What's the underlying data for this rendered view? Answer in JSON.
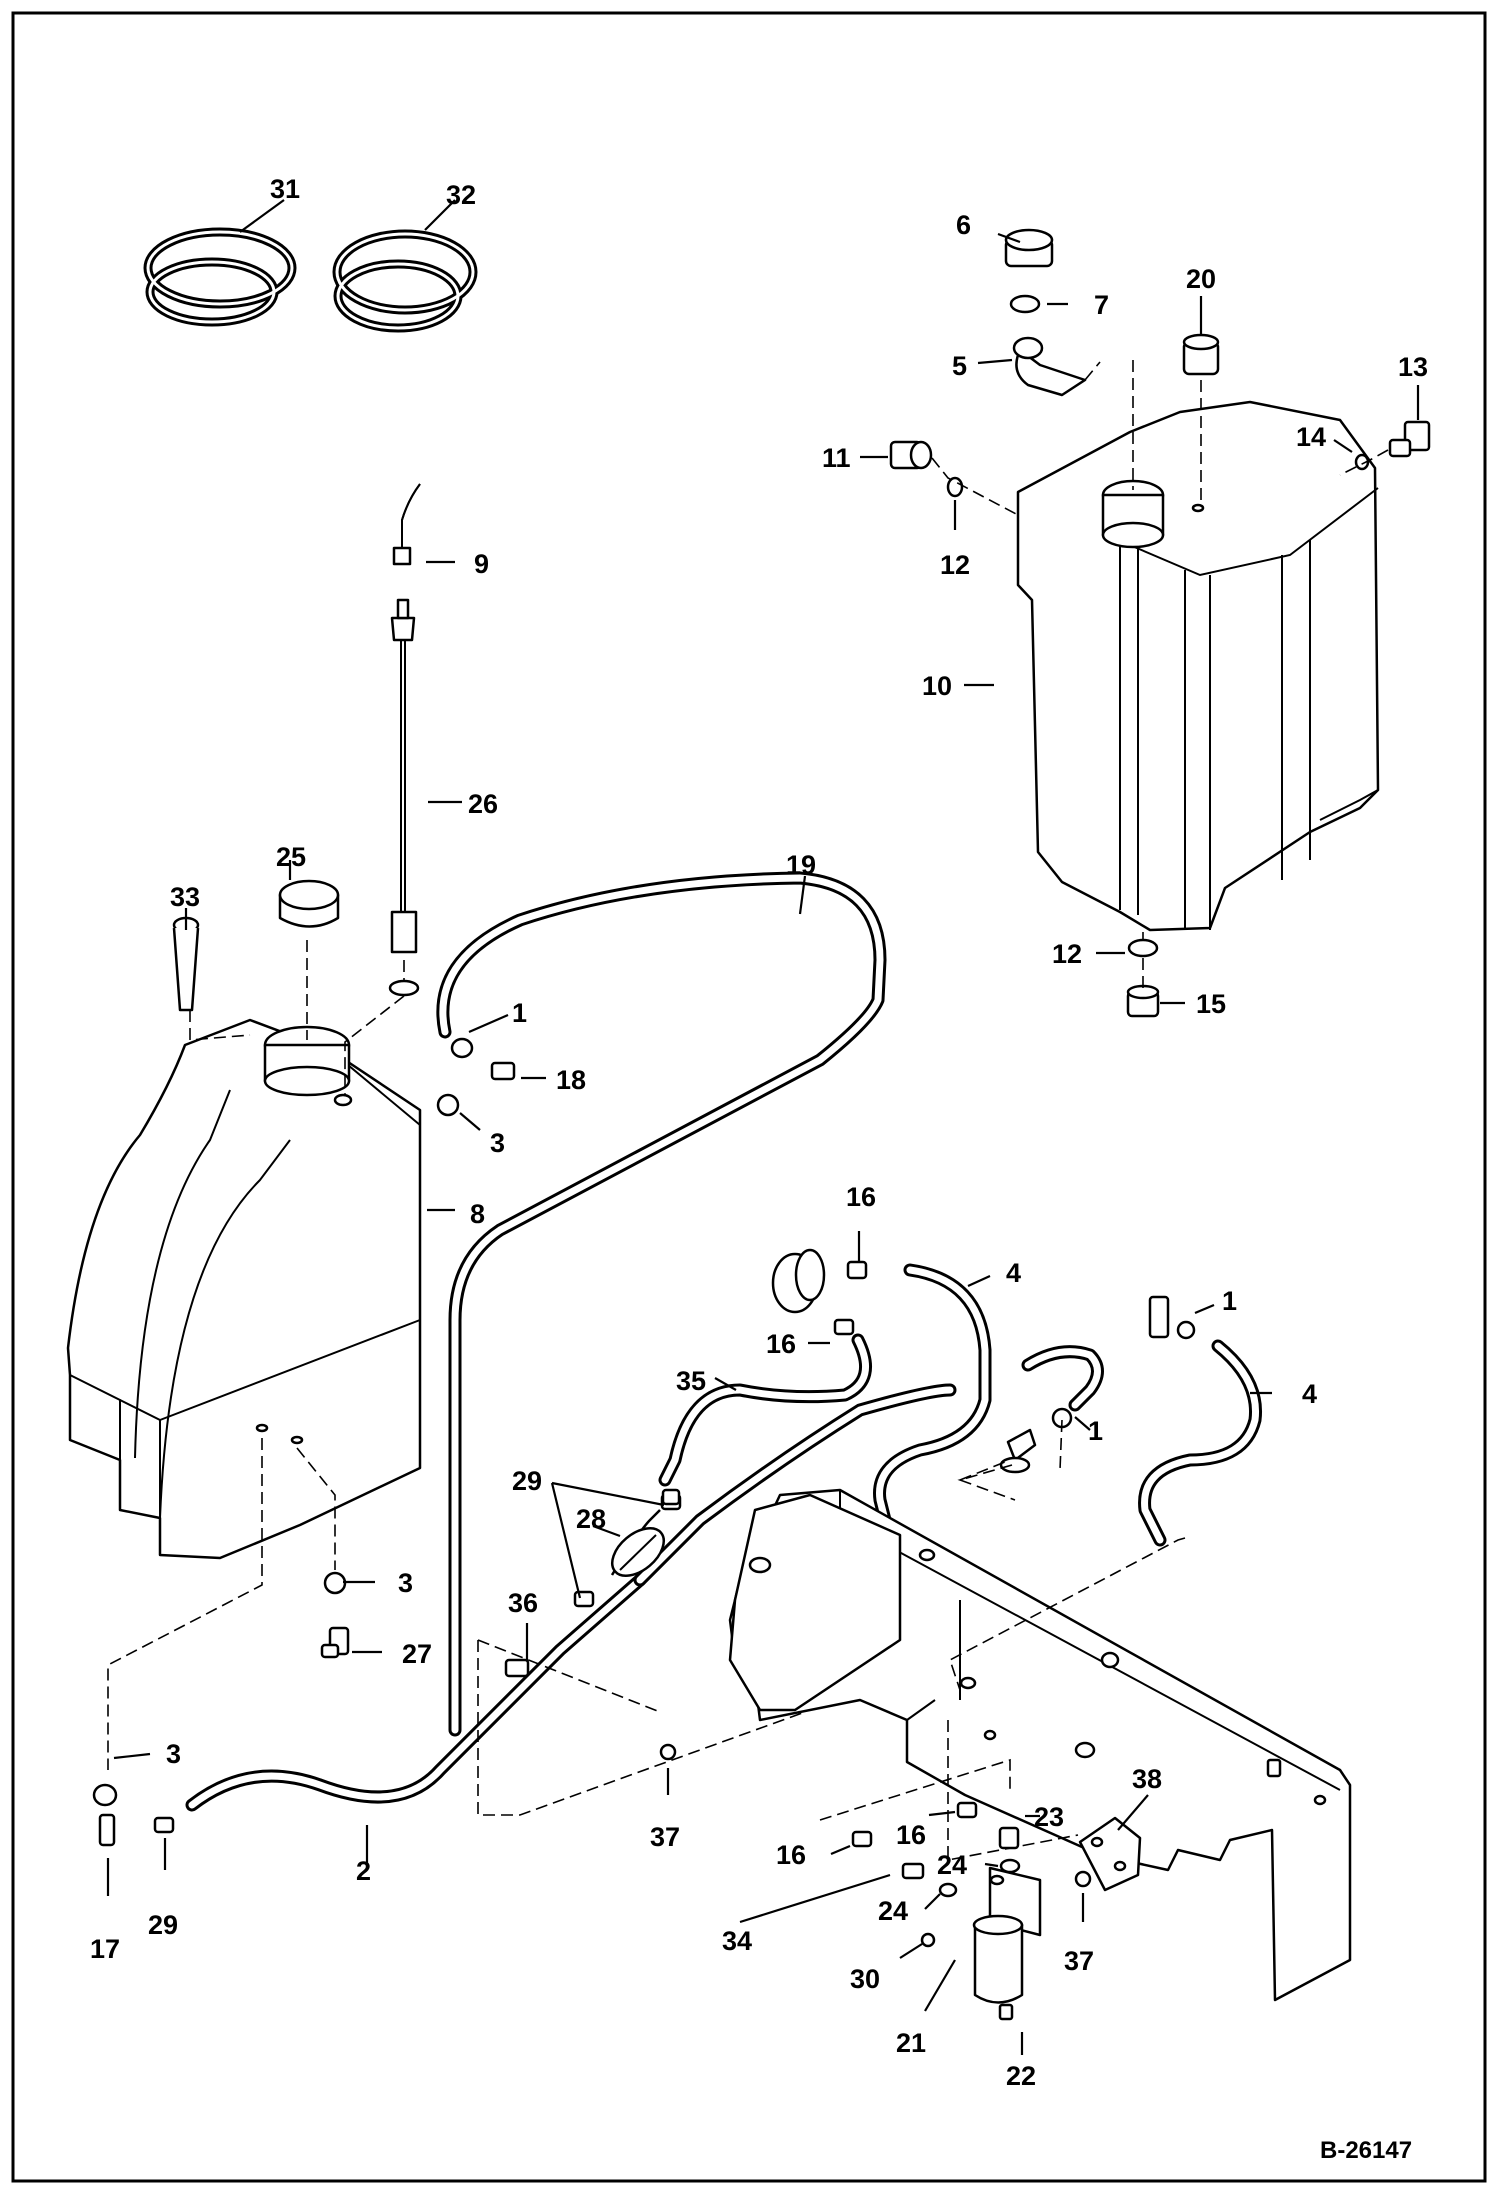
{
  "drawing": {
    "document_number": "B-26147",
    "callouts": [
      {
        "id": "c31",
        "label": "31"
      },
      {
        "id": "c32",
        "label": "32"
      },
      {
        "id": "c6",
        "label": "6"
      },
      {
        "id": "c7",
        "label": "7"
      },
      {
        "id": "c5",
        "label": "5"
      },
      {
        "id": "c20",
        "label": "20"
      },
      {
        "id": "c13",
        "label": "13"
      },
      {
        "id": "c14",
        "label": "14"
      },
      {
        "id": "c11",
        "label": "11"
      },
      {
        "id": "c12a",
        "label": "12"
      },
      {
        "id": "c10",
        "label": "10"
      },
      {
        "id": "c12b",
        "label": "12"
      },
      {
        "id": "c15",
        "label": "15"
      },
      {
        "id": "c9",
        "label": "9"
      },
      {
        "id": "c26",
        "label": "26"
      },
      {
        "id": "c25",
        "label": "25"
      },
      {
        "id": "c33",
        "label": "33"
      },
      {
        "id": "c19",
        "label": "19"
      },
      {
        "id": "c1a",
        "label": "1"
      },
      {
        "id": "c18",
        "label": "18"
      },
      {
        "id": "c3a",
        "label": "3"
      },
      {
        "id": "c8",
        "label": "8"
      },
      {
        "id": "c16a",
        "label": "16"
      },
      {
        "id": "c4a",
        "label": "4"
      },
      {
        "id": "c16b",
        "label": "16"
      },
      {
        "id": "c1b",
        "label": "1"
      },
      {
        "id": "c4b",
        "label": "4"
      },
      {
        "id": "c35",
        "label": "35"
      },
      {
        "id": "c1c",
        "label": "1"
      },
      {
        "id": "c29a",
        "label": "29"
      },
      {
        "id": "c28",
        "label": "28"
      },
      {
        "id": "c3b",
        "label": "3"
      },
      {
        "id": "c36",
        "label": "36"
      },
      {
        "id": "c27",
        "label": "27"
      },
      {
        "id": "c3c",
        "label": "3"
      },
      {
        "id": "c38",
        "label": "38"
      },
      {
        "id": "c23",
        "label": "23"
      },
      {
        "id": "c16c",
        "label": "16"
      },
      {
        "id": "c16d",
        "label": "16"
      },
      {
        "id": "c24a",
        "label": "24"
      },
      {
        "id": "c2",
        "label": "2"
      },
      {
        "id": "c37a",
        "label": "37"
      },
      {
        "id": "c24b",
        "label": "24"
      },
      {
        "id": "c34",
        "label": "34"
      },
      {
        "id": "c30",
        "label": "30"
      },
      {
        "id": "c37b",
        "label": "37"
      },
      {
        "id": "c17",
        "label": "17"
      },
      {
        "id": "c29b",
        "label": "29"
      },
      {
        "id": "c21",
        "label": "21"
      },
      {
        "id": "c22",
        "label": "22"
      }
    ]
  }
}
